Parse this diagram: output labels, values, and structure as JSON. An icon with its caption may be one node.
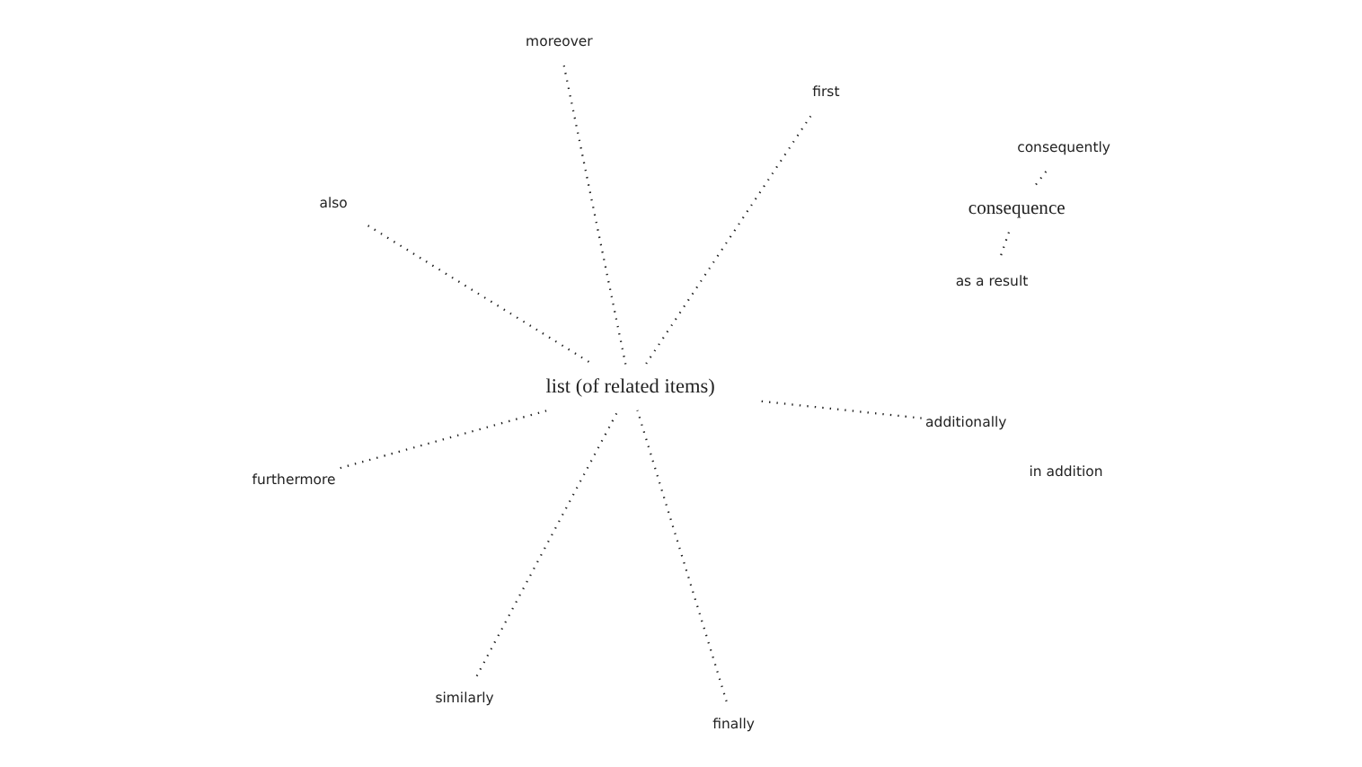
{
  "diagram": {
    "nodes": [
      {
        "text": [
          "list (of related items)"
        ]
      },
      {
        "text": [
          "first"
        ]
      },
      {
        "text": [
          "similarly"
        ]
      },
      {
        "text": [
          "also"
        ]
      },
      {
        "text": [
          "additionally"
        ]
      },
      {
        "text": [
          "moreover"
        ]
      },
      {
        "text": [
          "furthermore"
        ]
      },
      {
        "text": [
          "finally"
        ]
      },
      {
        "text": [
          "consequence"
        ]
      },
      {
        "text": [
          "consequently"
        ]
      },
      {
        "text": [
          "as a result"
        ]
      }
    ],
    "edges": [
      {
        "from": 1,
        "to": 0,
        "arrow": "none"
      },
      {
        "from": 2,
        "to": 0,
        "arrow": "none"
      },
      {
        "from": 3,
        "to": 0,
        "arrow": "none"
      },
      {
        "from": 4,
        "to": 0,
        "arrow": "none"
      },
      {
        "from": 5,
        "to": 0,
        "arrow": "none"
      },
      {
        "from": 6,
        "to": 0,
        "arrow": "none"
      },
      {
        "from": 7,
        "to": 0,
        "arrow": "none"
      },
      {
        "from": 9,
        "to": 8,
        "arrow": "none"
      },
      {
        "from": 8,
        "to": 10,
        "arrow": "none"
      }
    ],
    "labels": [
      "in addition"
    ]
  }
}
